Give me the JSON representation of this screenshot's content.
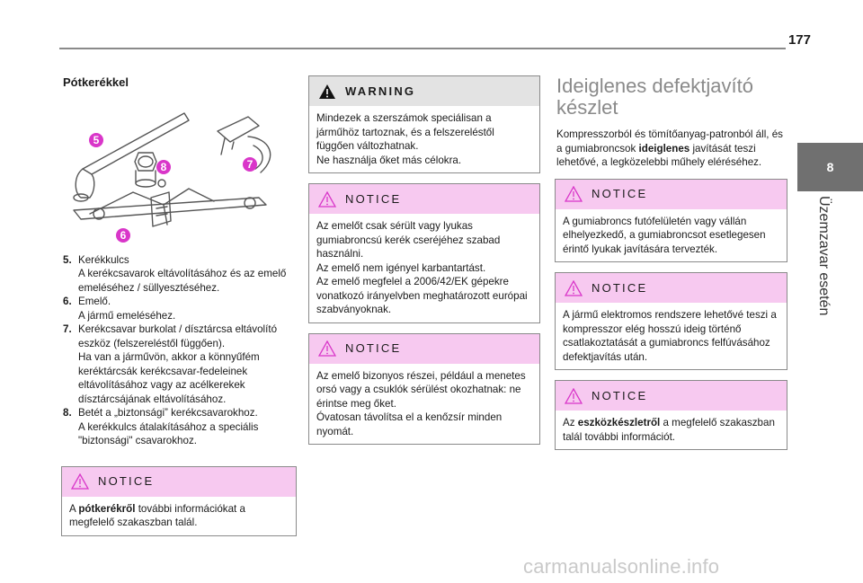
{
  "page_number": "177",
  "side_tab": {
    "number": "8",
    "title": "Üzemzavar esetén"
  },
  "column1": {
    "heading": "Pótkerékkel",
    "figure_callouts": [
      "5",
      "8",
      "7",
      "6"
    ],
    "legend": [
      {
        "num": "5.",
        "lines": [
          "Kerékkulcs",
          "A kerékcsavarok eltávolításához és az emelő emeléséhez / süllyesztéséhez."
        ]
      },
      {
        "num": "6.",
        "lines": [
          "Emelő.",
          "A jármű emeléséhez."
        ]
      },
      {
        "num": "7.",
        "lines": [
          "Kerékcsavar burkolat / dísztárcsa eltávolító eszköz (felszereléstől függően).",
          "Ha van a járművön, akkor a könnyűfém keréktárcsák kerékcsavar-fedeleinek eltávolításához vagy az acélkerekek dísztárcsájának eltávolításához."
        ]
      },
      {
        "num": "8.",
        "lines": [
          "Betét a „biztonsági” kerékcsavarokhoz.",
          "A kerékkulcs átalakításához a speciális \"biztonsági\" csavarokhoz."
        ]
      }
    ],
    "notice": {
      "label": "NOTICE",
      "before": "A ",
      "bold": "pótkerékről",
      "after": " további információkat a megfelelő szakaszban talál."
    }
  },
  "column2": {
    "warning": {
      "label": "WARNING",
      "lines": [
        "Mindezek a szerszámok speciálisan a járműhöz tartoznak, és a felszereléstől függően változhatnak.",
        "Ne használja őket más célokra."
      ]
    },
    "notice1": {
      "label": "NOTICE",
      "lines": [
        "Az emelőt csak sérült vagy lyukas gumiabroncsú kerék cseréjéhez szabad használni.",
        "Az emelő nem igényel karbantartást.",
        "Az emelő megfelel a 2006/42/EK gépekre vonatkozó irányelvben meghatározott európai szabványoknak."
      ]
    },
    "notice2": {
      "label": "NOTICE",
      "lines": [
        "Az emelő bizonyos részei, például a menetes orsó vagy a csuklók sérülést okozhatnak: ne érintse meg őket.",
        "Óvatosan távolítsa el a kenőzsír minden nyomát."
      ]
    }
  },
  "column3": {
    "heading": "Ideiglenes defektjavító készlet",
    "intro": {
      "before": "Kompresszorból és tömítőanyag-patronból áll, és a gumiabroncsok ",
      "bold": "ideiglenes",
      "after": " javítását teszi lehetővé, a legközelebbi műhely eléréséhez."
    },
    "notice1": {
      "label": "NOTICE",
      "text": "A gumiabroncs futófelületén vagy vállán elhelyezkedő, a gumiabroncsot esetlegesen érintő lyukak javítására tervezték."
    },
    "notice2": {
      "label": "NOTICE",
      "text": "A jármű elektromos rendszere lehetővé teszi a kompresszor elég hosszú ideig történő csatlakoztatását a gumiabroncs felfúvásához defektjavítás után."
    },
    "notice3": {
      "label": "NOTICE",
      "before": "Az ",
      "bold": "eszközkészletről",
      "after": " a megfelelő szakaszban talál további információt."
    }
  },
  "watermark": "carmanualsonline.info",
  "colors": {
    "notice_header": "#f7c9f0",
    "warning_header": "#e3e3e3",
    "callout": "#d936c9",
    "side_tab": "#707070",
    "heading_grey": "#8a8a8a"
  }
}
